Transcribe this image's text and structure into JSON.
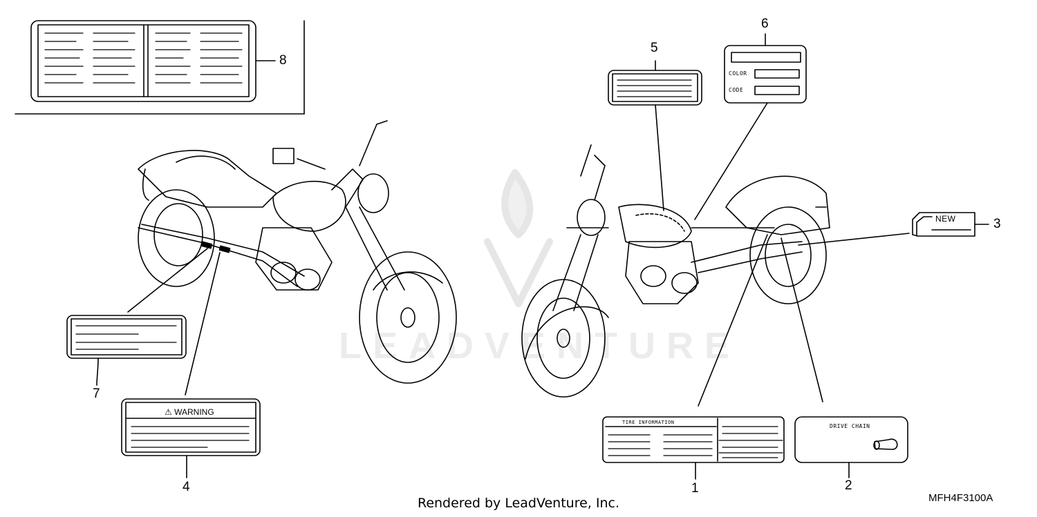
{
  "callouts": [
    {
      "id": "1",
      "text": "1"
    },
    {
      "id": "2",
      "text": "2"
    },
    {
      "id": "3",
      "text": "3"
    },
    {
      "id": "4",
      "text": "4"
    },
    {
      "id": "5",
      "text": "5"
    },
    {
      "id": "6",
      "text": "6"
    },
    {
      "id": "7",
      "text": "7"
    },
    {
      "id": "8",
      "text": "8"
    }
  ],
  "labels": {
    "color_field": "COLOR",
    "code_field": "CODE",
    "new_tag": "NEW",
    "warning": "WARNING",
    "tire_info": "TIRE INFORMATION",
    "drive_chain": "DRIVE CHAIN"
  },
  "footer": {
    "credit": "Rendered by LeadVenture, Inc.",
    "diagram_code": "MFH4F3100A"
  },
  "watermark": "LEADVENTURE"
}
